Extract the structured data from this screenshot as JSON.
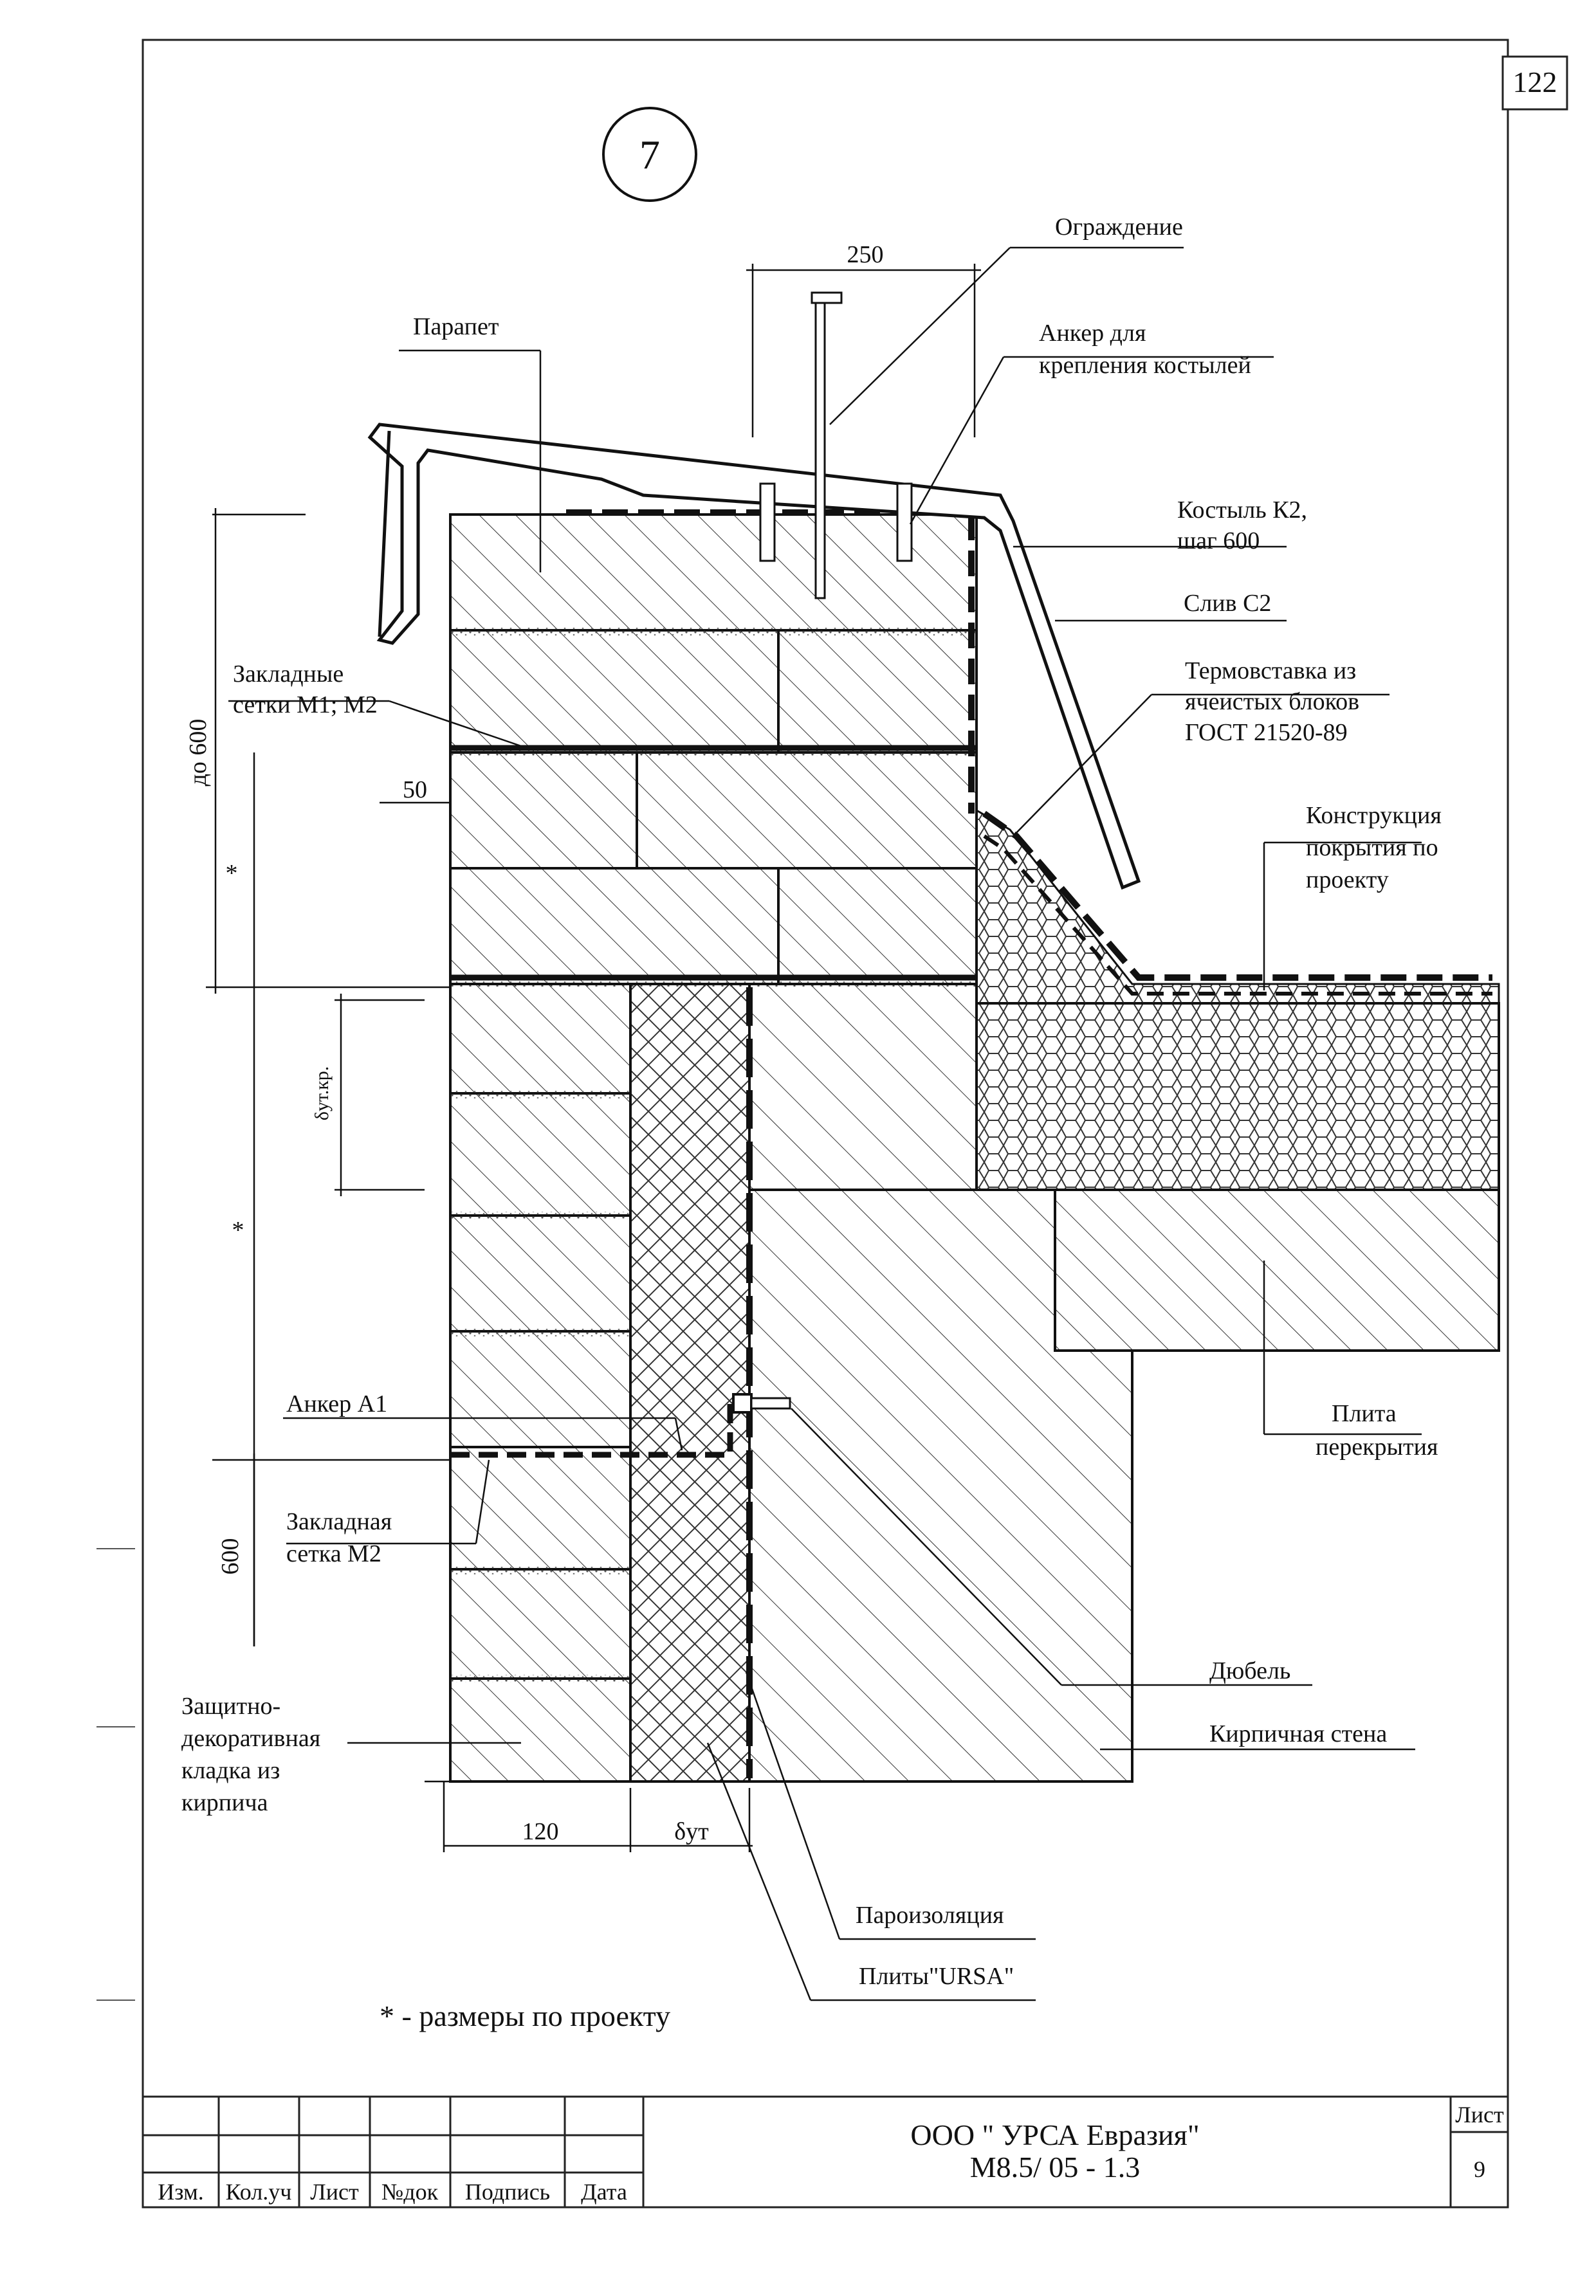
{
  "sheet": {
    "corner_number": "122",
    "detail_number": "7",
    "note": "* - размеры по проекту"
  },
  "labels": {
    "ograzhdenie": "Ограждение",
    "anker_l1": "Анкер для",
    "anker_l2": "крепления костылей",
    "parapet": "Парапет",
    "kostyl_l1": "Костыль К2,",
    "kostyl_l2": "шаг 600",
    "sliv": "Слив С2",
    "termo_l1": "Термовставка из",
    "termo_l2": "ячеистых блоков",
    "termo_l3": "ГОСТ 21520-89",
    "zakl_l1": "Закладные",
    "zakl_l2": "сетки М1; М2",
    "konstr_l1": "Конструкция",
    "konstr_l2": "покрытия по",
    "konstr_l3": "проекту",
    "plita_l1": "Плита",
    "plita_l2": "перекрытия",
    "anker_a1": "Анкер А1",
    "zakl2_l1": "Закладная",
    "zakl2_l2": "сетка  М2",
    "dyubel": "Дюбель",
    "zashch_l1": "Защитно-",
    "zashch_l2": "декоративная",
    "zashch_l3": "кладка из",
    "zashch_l4": "кирпича",
    "kirp_stena": "Кирпичная стена",
    "paroizol": "Пароизоляция",
    "plity": "Плиты\"URSA\""
  },
  "dimensions": {
    "d250": "250",
    "d50": "50",
    "d120": "120",
    "do600": "до 600",
    "star": "*",
    "d600": "600",
    "delta_ut": "δут",
    "delta_utkr": "δут.кр."
  },
  "title_block": {
    "company": "ООО \" УРСА Евразия\"",
    "code": "М8.5/ 05 - 1.3",
    "list_label": "Лист",
    "list_value": "9",
    "col_izm": "Изм.",
    "col_kolutch": "Кол.уч",
    "col_list": "Лист",
    "col_ndok": "№док",
    "col_podpis": "Подпись",
    "col_data": "Дата"
  }
}
